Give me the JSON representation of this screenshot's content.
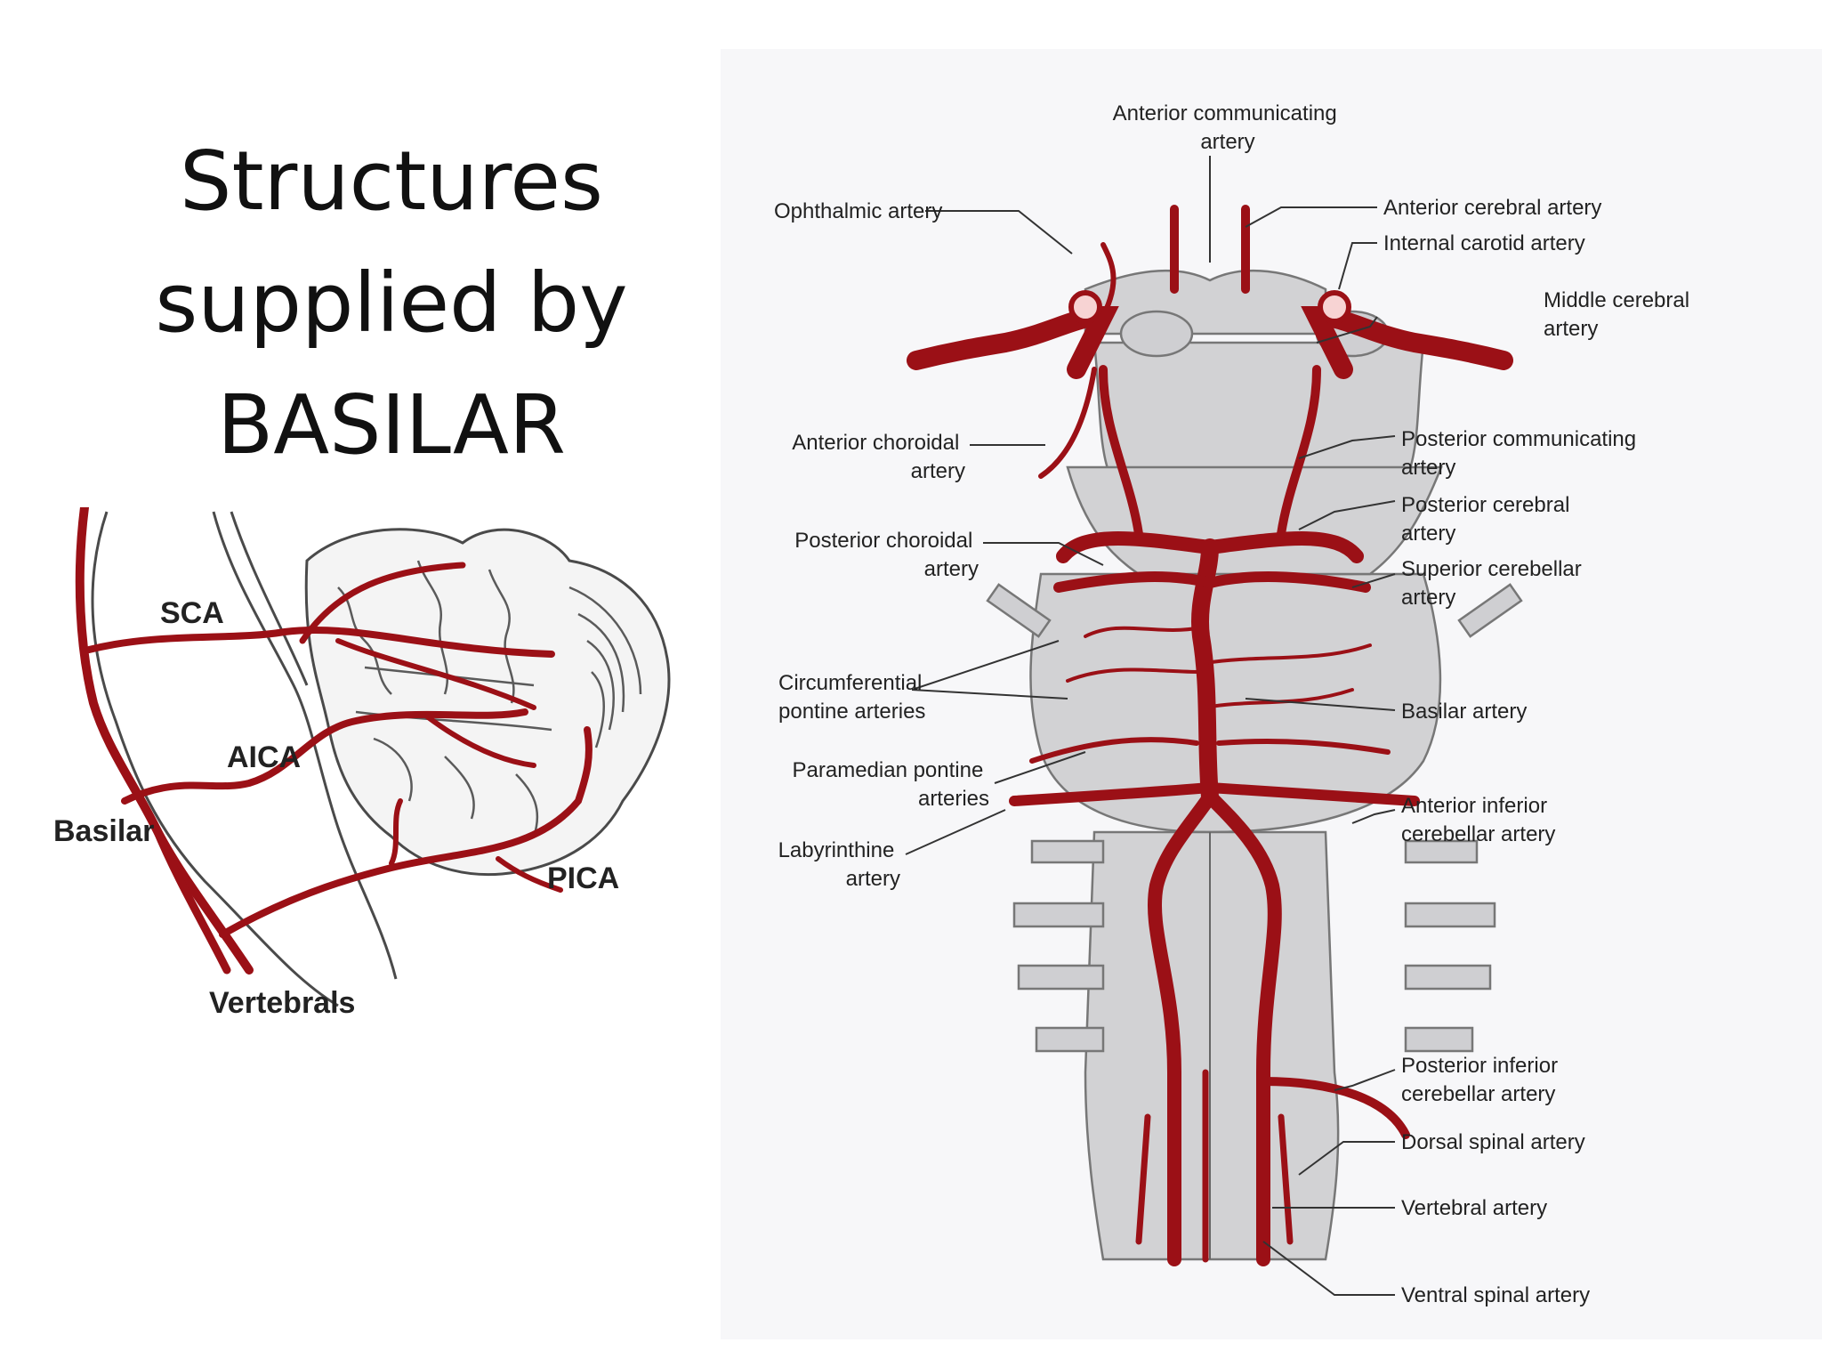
{
  "slide": {
    "title_lines": [
      "Structures",
      "supplied by",
      "BASILAR"
    ]
  },
  "colors": {
    "artery": "#9b1016",
    "brainstem": "#d2d2d4",
    "outline": "#555555"
  },
  "left_diagram": {
    "labels": {
      "sca": "SCA",
      "aica": "AICA",
      "basilar": "Basilar",
      "pica": "PICA",
      "vertebrals": "Vertebrals"
    }
  },
  "right_diagram": {
    "labels": {
      "anterior_communicating": [
        "Anterior communicating",
        "artery"
      ],
      "ophthalmic": [
        "Ophthalmic artery"
      ],
      "anterior_cerebral": [
        "Anterior cerebral artery"
      ],
      "internal_carotid": [
        "Internal carotid artery"
      ],
      "middle_cerebral": [
        "Middle cerebral",
        "artery"
      ],
      "anterior_choroidal": [
        "Anterior choroidal",
        "artery"
      ],
      "posterior_communicating": [
        "Posterior communicating",
        "artery"
      ],
      "posterior_cerebral": [
        "Posterior cerebral",
        "artery"
      ],
      "posterior_choroidal": [
        "Posterior choroidal",
        "artery"
      ],
      "superior_cerebellar": [
        "Superior cerebellar",
        "artery"
      ],
      "circumferential_pontine": [
        "Circumferential",
        "pontine arteries"
      ],
      "basilar": [
        "Basilar artery"
      ],
      "paramedian_pontine": [
        "Paramedian pontine",
        "arteries"
      ],
      "anterior_inferior_cerebellar": [
        "Anterior inferior",
        "cerebellar artery"
      ],
      "labyrinthine": [
        "Labyrinthine",
        "artery"
      ],
      "posterior_inferior_cerebellar": [
        "Posterior inferior",
        "cerebellar artery"
      ],
      "dorsal_spinal": [
        "Dorsal spinal artery"
      ],
      "vertebral": [
        "Vertebral artery"
      ],
      "ventral_spinal": [
        "Ventral spinal artery"
      ]
    }
  }
}
